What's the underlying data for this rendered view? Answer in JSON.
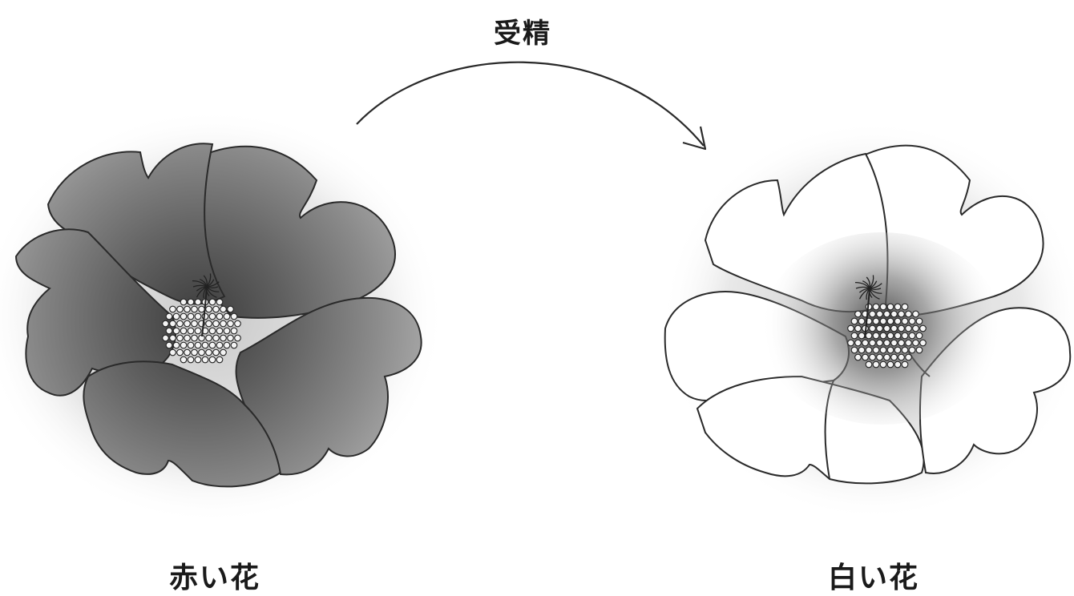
{
  "diagram": {
    "arrow_label": "受精",
    "left_flower": {
      "caption": "赤い花"
    },
    "right_flower": {
      "caption": "白い花"
    },
    "colors": {
      "outline": "#2a2a2a",
      "dark_petal": "#5a5a5a",
      "mid_petal": "#8c8c8c",
      "light_petal": "#ffffff",
      "background": "#ffffff"
    }
  }
}
